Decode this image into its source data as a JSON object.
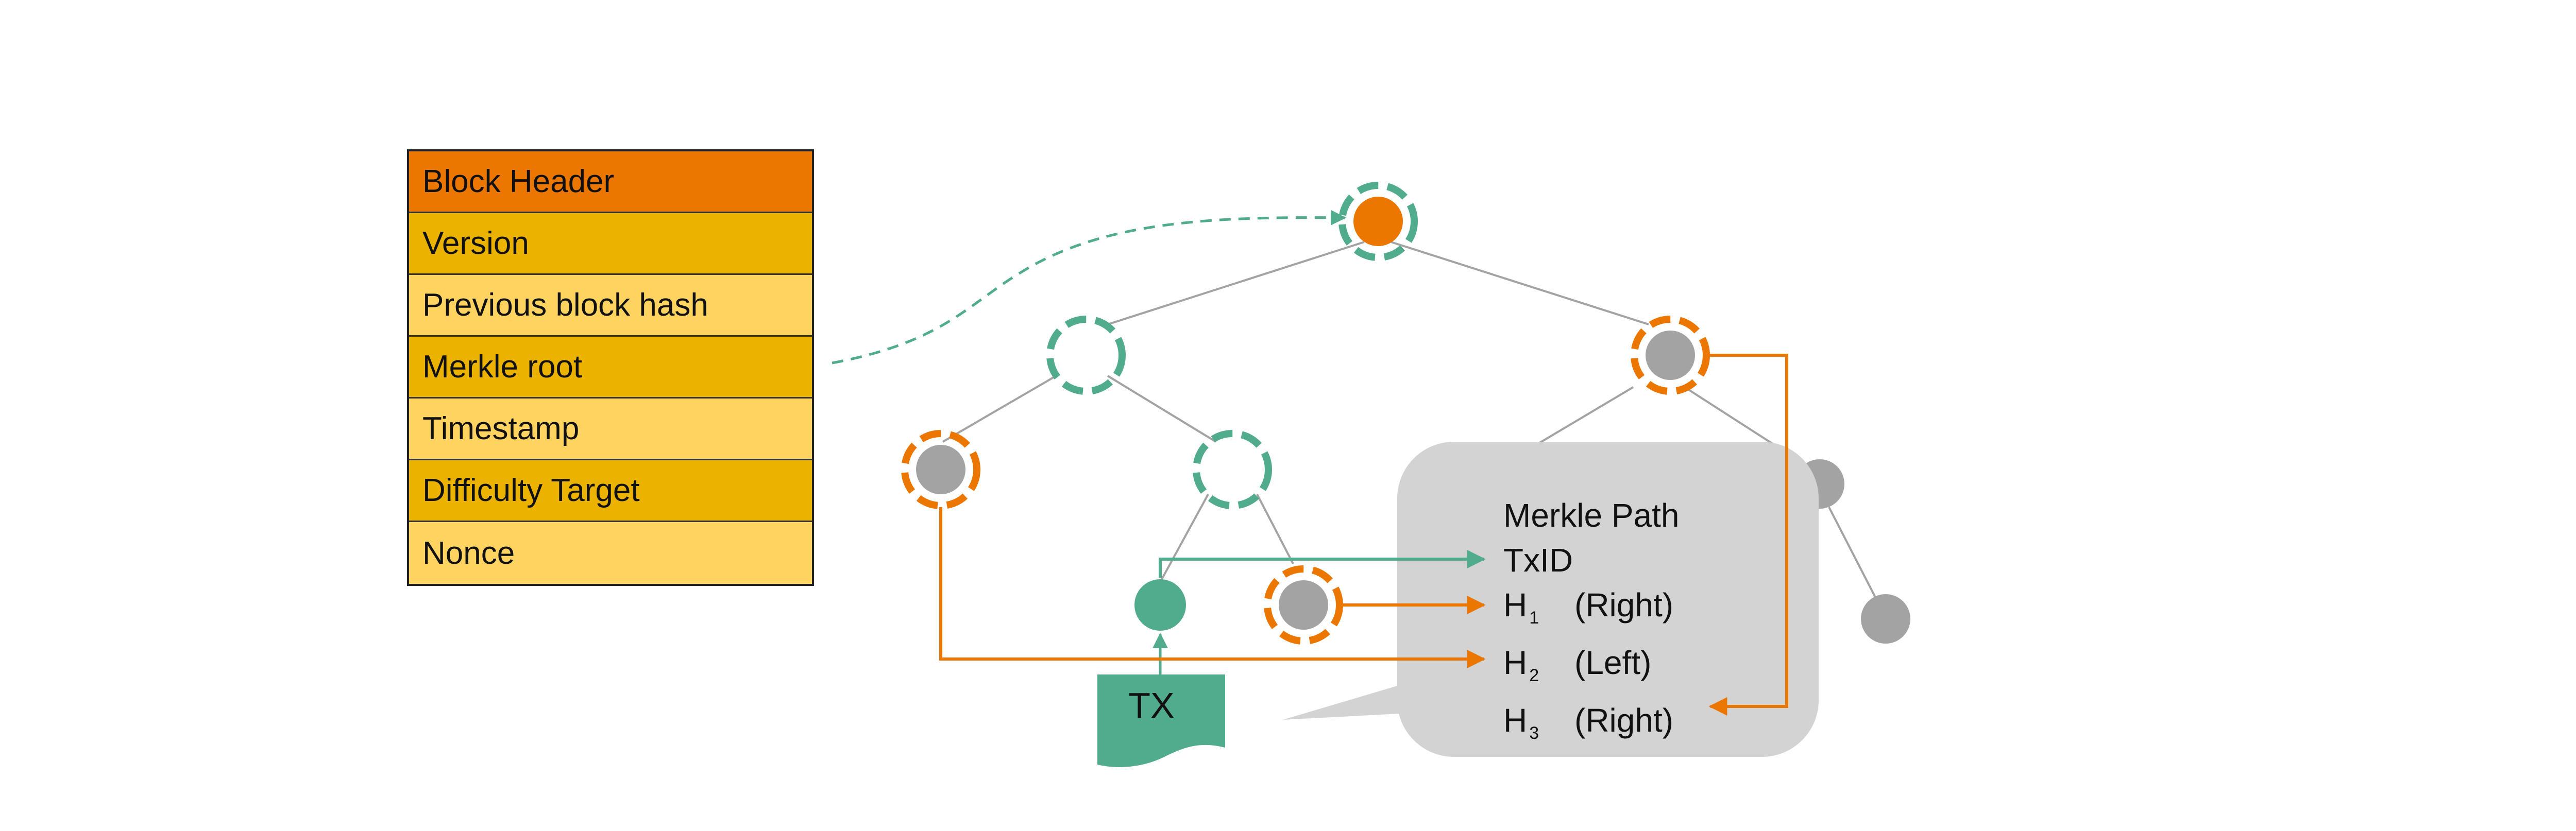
{
  "block_header": {
    "title": "Block Header",
    "rows": [
      "Version",
      "Previous block hash",
      "Merkle root",
      "Timestamp",
      "Difficulty Target",
      "Nonce"
    ]
  },
  "merkle_path": {
    "title": "Merkle Path",
    "txid": "TxID",
    "entries": [
      {
        "h": "H",
        "sub": "1",
        "side": "(Right)"
      },
      {
        "h": "H",
        "sub": "2",
        "side": "(Left)"
      },
      {
        "h": "H",
        "sub": "3",
        "side": "(Right)"
      }
    ]
  },
  "tx_label": "TX",
  "colors": {
    "orange": "#eb7600",
    "green": "#51ab8d",
    "gray": "#a3a3a3",
    "bubble": "#d3d3d3",
    "header_dark": "#ebb200",
    "header_light": "#fed360"
  }
}
